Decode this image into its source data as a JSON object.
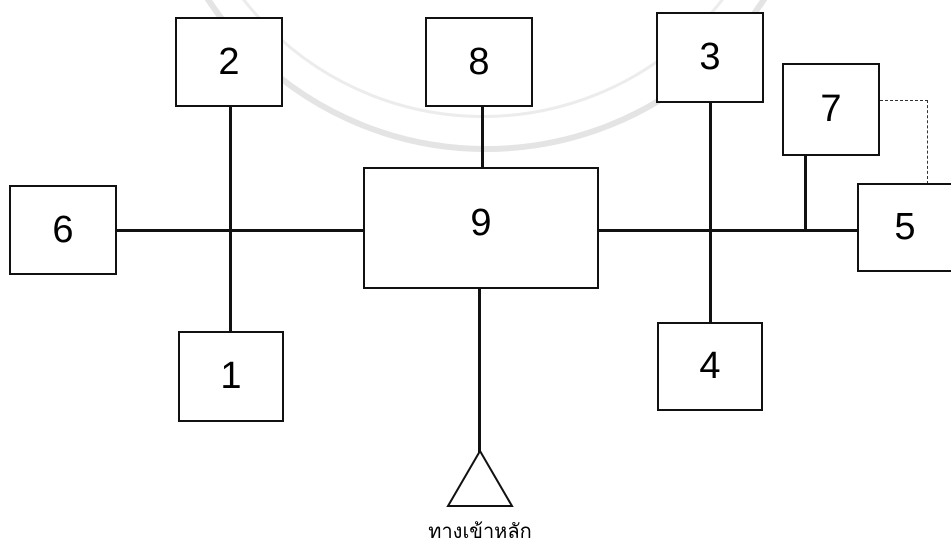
{
  "diagram": {
    "boxes": {
      "b1": "1",
      "b2": "2",
      "b3": "3",
      "b4": "4",
      "b5": "5",
      "b6": "6",
      "b7": "7",
      "b8": "8",
      "b9": "9"
    },
    "entrance_label": "ทางเข้าหลัก"
  },
  "colors": {
    "line": "#111111",
    "watermark": "#e4e4e4",
    "background": "#ffffff"
  }
}
